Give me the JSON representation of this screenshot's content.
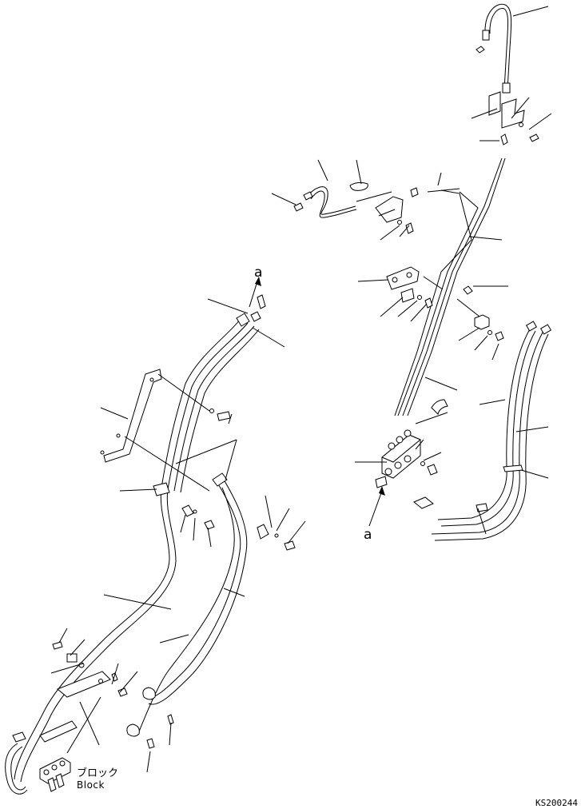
{
  "labels": {
    "ref_a_top": "a",
    "ref_a_bottom": "a",
    "block_jp": "ブロック",
    "block_en": "Block",
    "drawing_code": "KS200244"
  }
}
